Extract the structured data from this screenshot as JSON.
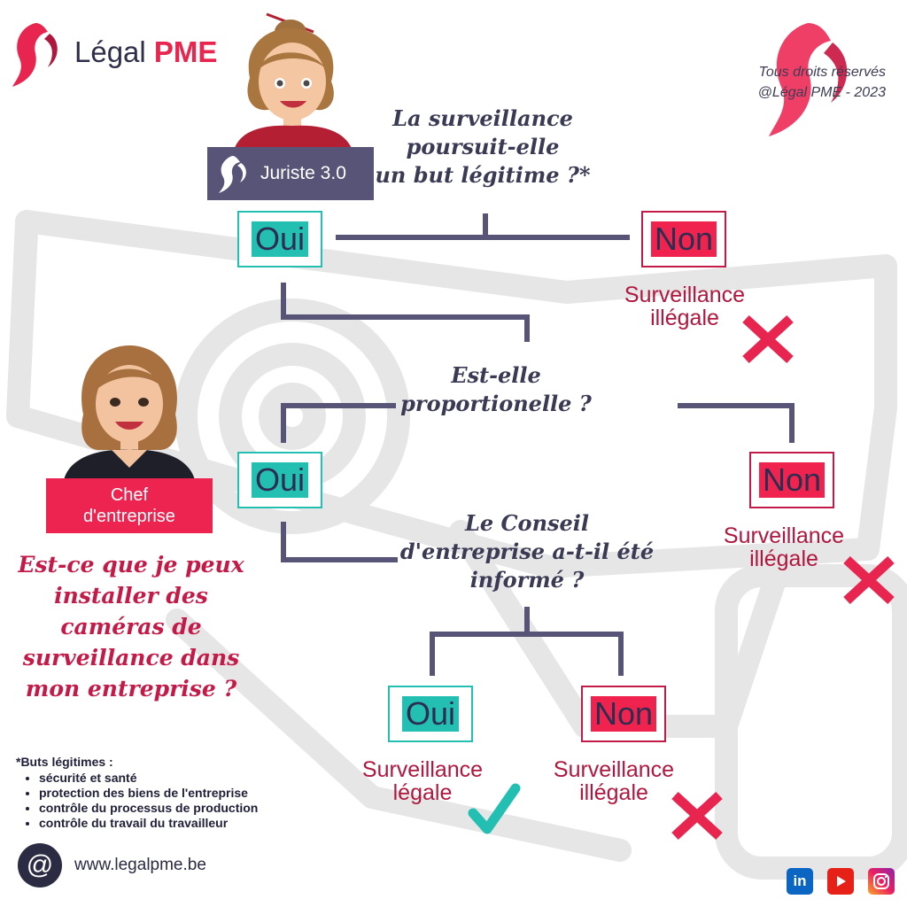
{
  "brand": {
    "name_part1": "Légal",
    "name_part2": "PME"
  },
  "copyright": {
    "line1": "Tous droits réservés",
    "line2": "@Légal PME - 2023"
  },
  "personas": {
    "juriste_label": "Juriste 3.0",
    "chef_label_line1": "Chef",
    "chef_label_line2": "d'entreprise"
  },
  "chef_question": "Est-ce que je peux installer des caméras de surveillance dans mon entreprise ?",
  "flow": {
    "q1": {
      "line1": "La surveillance",
      "line2": "poursuit-elle",
      "line3": "un but légitime ?*"
    },
    "q2": {
      "line1": "Est-elle",
      "line2": "proportionelle ?"
    },
    "q3": {
      "line1": "Le Conseil",
      "line2": "d'entreprise a-t-il été",
      "line3": "informé ?"
    },
    "yes_label": "Oui",
    "no_label": "Non",
    "result_illegal_line1": "Surveillance",
    "result_illegal_line2": "illégale",
    "result_legal_line1": "Surveillance",
    "result_legal_line2": "légale"
  },
  "footnote": {
    "title": "*Buts légitimes :",
    "items": [
      "sécurité et santé",
      "protection des biens de l'entreprise",
      "contrôle du processus de production",
      "contrôle du travail du travailleur"
    ]
  },
  "contact": {
    "at_symbol": "@",
    "website": "www.legalpme.be"
  },
  "social": {
    "linkedin_text": "in"
  },
  "colors": {
    "navy": "#575478",
    "red": "#ed2450",
    "teal": "#22bfb2",
    "dark_red": "#b0173e",
    "watermark": "#e4e4e4"
  }
}
